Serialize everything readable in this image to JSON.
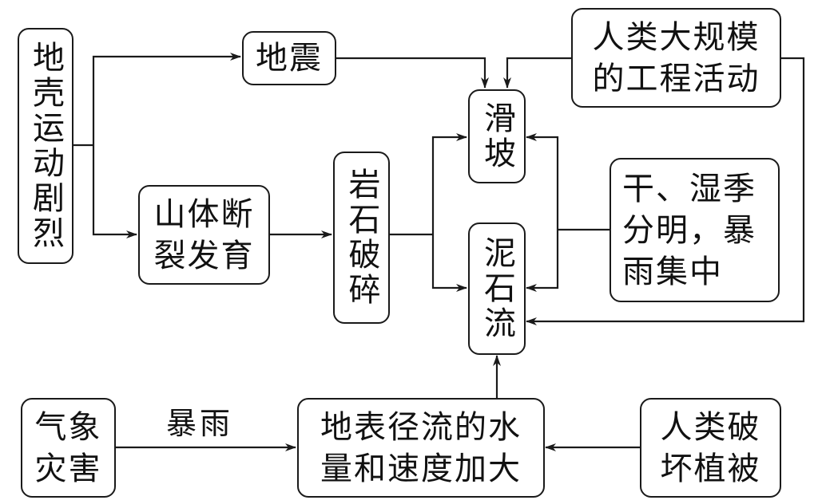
{
  "nodes": {
    "crust_movement": "地壳运动剧烈",
    "earthquake": "地震",
    "mountain_fracture": "山体断裂发育",
    "rock_broken": "岩石破碎",
    "landslide": "滑坡",
    "debris_flow": "泥石流",
    "human_engineering": "人类大规模的工程活动",
    "human_engineering_line1": "人类大规模",
    "human_engineering_line2": "的工程活动",
    "climate": "干、湿季分明，暴雨集中",
    "climate_line1": "干、湿季",
    "climate_line2": "分明，暴",
    "climate_line3": "雨集中",
    "weather_disaster_line1": "气象",
    "weather_disaster_line2": "灾害",
    "runoff_line1": "地表径流的水",
    "runoff_line2": "量和速度加大",
    "vegetation_line1": "人类破",
    "vegetation_line2": "坏植被"
  },
  "edge_labels": {
    "rainstorm": "暴雨"
  },
  "edges": [
    {
      "from": "地壳运动剧烈",
      "to": "地震"
    },
    {
      "from": "地壳运动剧烈",
      "to": "山体断裂发育"
    },
    {
      "from": "地震",
      "to": "滑坡"
    },
    {
      "from": "人类大规模的工程活动",
      "to": "滑坡"
    },
    {
      "from": "人类大规模的工程活动",
      "to": "泥石流"
    },
    {
      "from": "山体断裂发育",
      "to": "岩石破碎"
    },
    {
      "from": "岩石破碎",
      "to": "滑坡"
    },
    {
      "from": "岩石破碎",
      "to": "泥石流"
    },
    {
      "from": "干、湿季分明，暴雨集中",
      "to": "滑坡"
    },
    {
      "from": "干、湿季分明，暴雨集中",
      "to": "泥石流"
    },
    {
      "from": "气象灾害",
      "to": "地表径流的水量和速度加大",
      "label": "暴雨"
    },
    {
      "from": "人类破坏植被",
      "to": "地表径流的水量和速度加大"
    },
    {
      "from": "地表径流的水量和速度加大",
      "to": "泥石流"
    }
  ]
}
